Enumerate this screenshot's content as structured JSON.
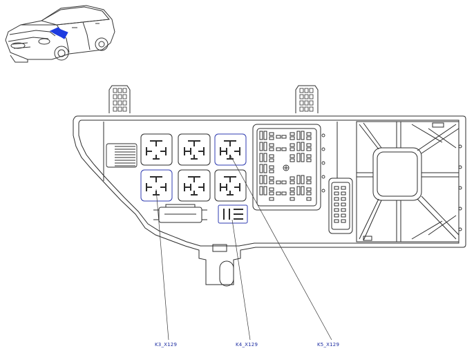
{
  "callouts": {
    "k3": "K3_X129",
    "k4": "K4_X129",
    "k5": "K5_X129"
  },
  "colors": {
    "line": "#2b2b2b",
    "highlight": "#2c3ab0",
    "arrow": "#1e3ce0",
    "label": "#1a2aa0"
  },
  "icons": {
    "vehicle": "car-locator-icon",
    "arrow": "location-arrow-icon"
  }
}
